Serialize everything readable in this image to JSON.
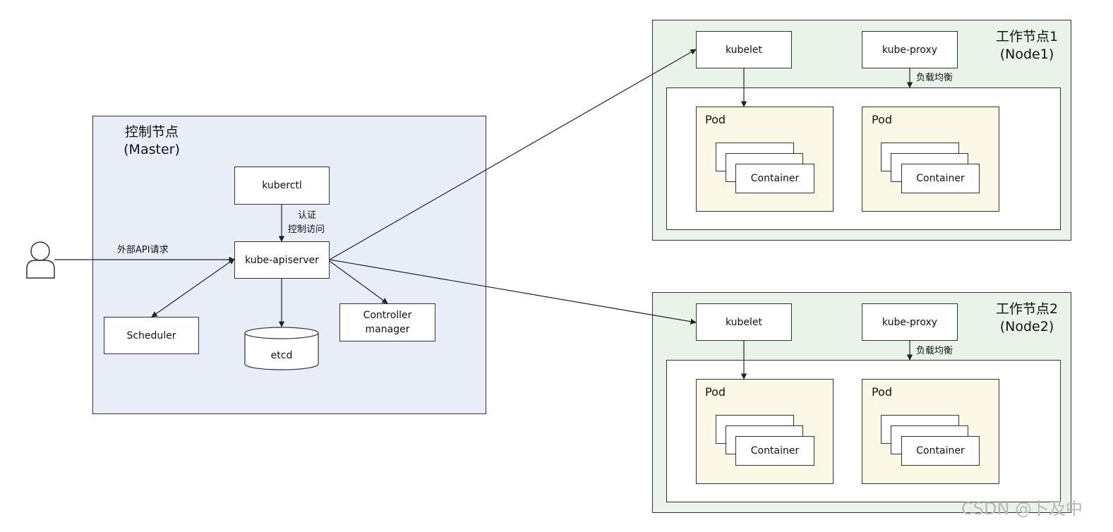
{
  "master": {
    "title_line1": "控制节点",
    "title_line2": "(Master)",
    "kubectl": "kuberctl",
    "apiserver": "kube-apiserver",
    "scheduler": "Scheduler",
    "etcd": "etcd",
    "controller_line1": "Controller",
    "controller_line2": "manager",
    "auth_line1": "认证",
    "auth_line2": "控制访问",
    "external_request": "外部API请求"
  },
  "nodes": [
    {
      "title_line1": "工作节点1",
      "title_line2": "(Node1)",
      "kubelet": "kubelet",
      "proxy": "kube-proxy",
      "lb_label": "负载均衡",
      "pods": [
        {
          "label": "Pod",
          "container": "Container"
        },
        {
          "label": "Pod",
          "container": "Container"
        }
      ]
    },
    {
      "title_line1": "工作节点2",
      "title_line2": "(Node2)",
      "kubelet": "kubelet",
      "proxy": "kube-proxy",
      "lb_label": "负载均衡",
      "pods": [
        {
          "label": "Pod",
          "container": "Container"
        },
        {
          "label": "Pod",
          "container": "Container"
        }
      ]
    }
  ],
  "watermark": "CSDN @卜及中",
  "colors": {
    "master_bg": "#e8edf8",
    "node_bg": "#eaf3ea",
    "pod_bg": "#fcf8e8",
    "line": "#333333",
    "watermark": "#b9b9b9"
  },
  "icons": {
    "user": "user-icon"
  }
}
